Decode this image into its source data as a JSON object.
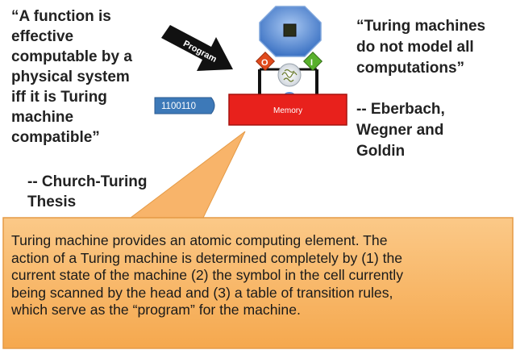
{
  "left_quote": {
    "lines": [
      "“A function is",
      "effective",
      "computable by a",
      "physical system",
      "iff it is Turing",
      "machine",
      "compatible”"
    ],
    "attribution": [
      "-- Church-Turing",
      "Thesis"
    ]
  },
  "right_quote": {
    "lines": [
      "“Turing machines",
      "do not model all",
      "computations”"
    ],
    "attribution": [
      "-- Eberbach,",
      "Wegner and",
      "Goldin"
    ]
  },
  "diagram": {
    "program_label": "Program",
    "tape_label": "1100110",
    "memory_label": "Memory",
    "output_label": "O",
    "input_label": "I",
    "colors": {
      "memory": "#e8211c",
      "tape": "#3d79b8",
      "processor": "#5b8fd6",
      "chip": "#2b2f1a",
      "output_port": "#e04a1c",
      "input_port": "#58b02c",
      "arrow": "#111111",
      "callout": "#f9b767"
    }
  },
  "callout": {
    "lines": [
      "Turing machine provides an atomic computing element. The",
      "action of a Turing machine is determined completely by (1) the",
      "current state of the machine (2) the symbol in the cell currently",
      "being scanned by the head and (3) a table of transition rules,",
      "which serve as the “program” for the machine."
    ]
  }
}
